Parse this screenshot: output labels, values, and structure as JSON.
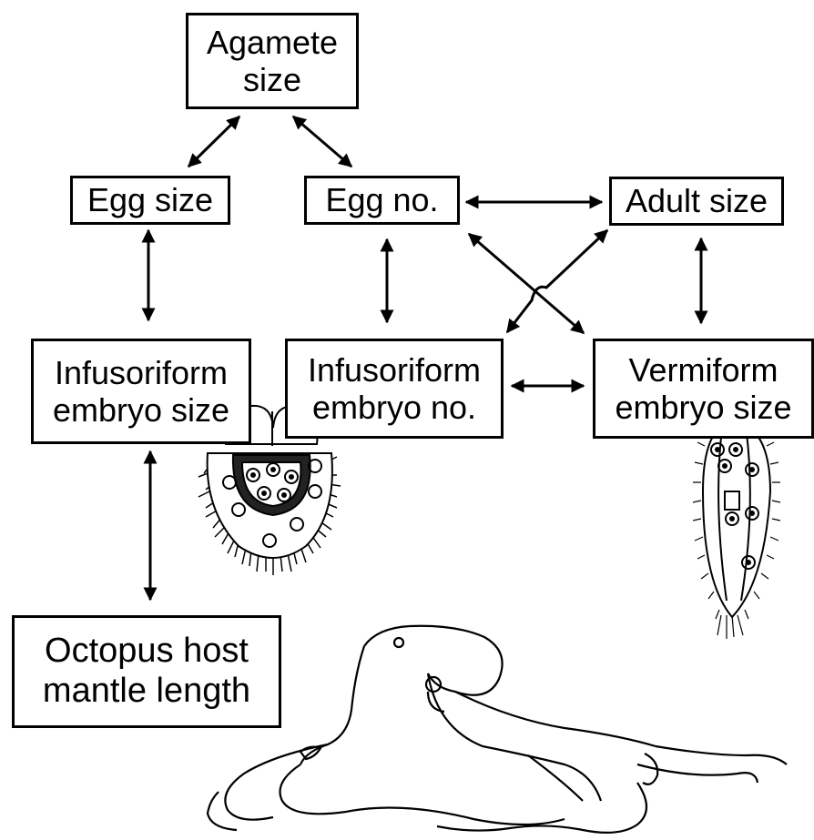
{
  "nodes": {
    "agamete_size": "Agamete\nsize",
    "egg_size": "Egg size",
    "egg_no": "Egg no.",
    "adult_size": "Adult size",
    "infusoriform_embryo_size": "Infusoriform\nembryo size",
    "infusoriform_embryo_no": "Infusoriform\nembryo no.",
    "vermiform_embryo_size": "Vermiform\nembryo  size",
    "octopus_host_mantle_length": "Octopus host\nmantle length"
  },
  "illustrations": [
    "infusoriform-embryo",
    "vermiform-embryo",
    "octopus"
  ]
}
